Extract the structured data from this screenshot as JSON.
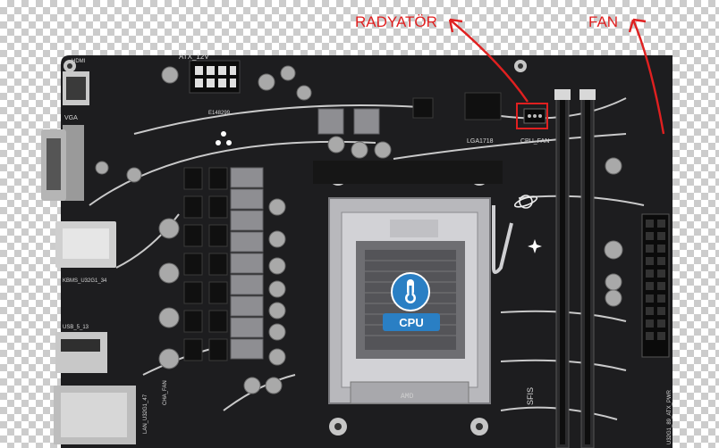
{
  "annotations": {
    "heatsink_label": "RADYATÖR",
    "fan_label": "FAN",
    "annotation_color": "#e02020"
  },
  "silkscreen": {
    "hdmi": "HDMI",
    "vga": "VGA",
    "atx12v": "ATX_12V",
    "lga": "LGA1718",
    "cpu_fan": "CPU_FAN",
    "kbms": "KBMS_U32G1_34",
    "usb": "USB_5_13",
    "lan": "LAN_U32G1_47",
    "cha_fan": "CHA_FAN",
    "atx_pwr": "U32G1_89_ATX_PWR",
    "sfis": "SFIS",
    "amd": "AMD",
    "chip_code": "E148299"
  },
  "cpu_badge": {
    "label": "CPU",
    "icon": "thermometer-icon",
    "badge_color": "#2a7fc4"
  },
  "colors": {
    "pcb": "#1d1d1f",
    "socket": "#b8b8bc",
    "heatsink": "#8e8e92"
  }
}
